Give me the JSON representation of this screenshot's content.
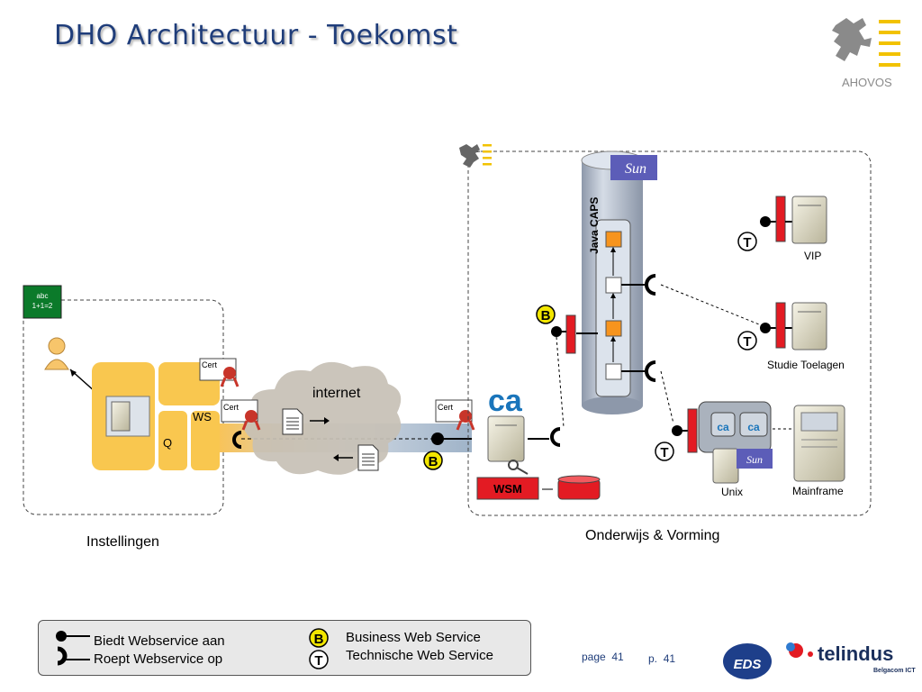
{
  "title": "DHO Architectuur - Toekomst",
  "logo": {
    "text": "AHOVOS",
    "icon": "lion-flag-icon"
  },
  "diagram": {
    "instellingen": {
      "label": "Instellingen",
      "calc_text_1": "abc",
      "calc_text_2": "1+1=2",
      "ws": "WS",
      "q": "Q"
    },
    "internet": {
      "label": "internet"
    },
    "onderwijs": {
      "label": "Onderwijs & Vorming"
    },
    "cert": "Cert",
    "java_caps": "Java CAPS",
    "sun": "Sun",
    "ca": "ca",
    "wsm": "WSM",
    "vip": "VIP",
    "studie": "Studie Toelagen",
    "unix": "Unix",
    "mainframe": "Mainframe",
    "badge_b": "B",
    "badge_t": "T"
  },
  "legend": {
    "provides": "Biedt Webservice aan",
    "calls": "Roept Webservice op",
    "business": "Business Web Service",
    "technical": "Technische Web Service",
    "b": "B",
    "t": "T"
  },
  "footer": {
    "page_label": "page",
    "page_num": "41",
    "p_label": "p.",
    "p_num": "41",
    "eds": "EDS",
    "telindus": "telindus",
    "belgacom": "Belgacom ICT"
  },
  "colors": {
    "title": "#1f3d7a",
    "red": "#e31b23",
    "orange": "#f7941d",
    "cylinder": "#bcc6d4",
    "ws_box": "#f9c74f"
  }
}
